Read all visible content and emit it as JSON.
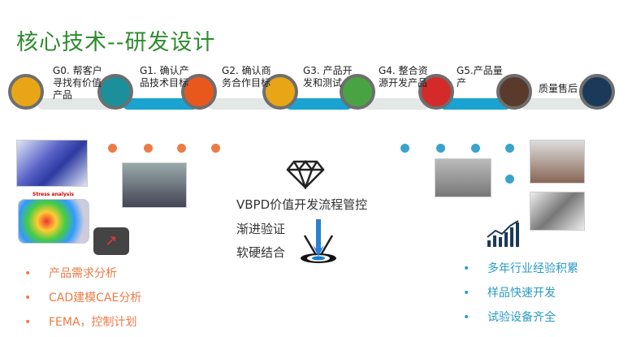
{
  "title": "核心技术--研发设计",
  "steps": [
    {
      "label": "G0. 帮客户寻找有价值产品",
      "icon": "customer-icon",
      "color": "#e8a617"
    },
    {
      "label": "G1. 确认产品技术目标",
      "icon": "magnifier-chart-icon",
      "color": "#1b8f9a"
    },
    {
      "label": "G2. 确认商务合作目标",
      "icon": "target-icon",
      "color": "#e8581c"
    },
    {
      "label": "G3. 产品开发和测试",
      "icon": "team-icon",
      "color": "#e8a617"
    },
    {
      "label": "G4. 整合资源开发产品",
      "icon": "gears-icon",
      "color": "#4aa343"
    },
    {
      "label": "G5.产品量产",
      "icon": "network-people-icon",
      "color": "#d42a2a"
    },
    {
      "label": "质量售后",
      "icon": "growth-chart-icon",
      "color": "#5a3a2a"
    },
    {
      "label": "",
      "icon": "headset-icon",
      "color": "#1b3a5a"
    }
  ],
  "left_images": {
    "caption": "Stress analysis"
  },
  "middle": {
    "lines": [
      "VBPD价值开发流程管控",
      "渐进验证",
      "软硬结合"
    ],
    "icons": [
      "diamond-icon",
      "arrow-target-icon"
    ]
  },
  "left_bullets": [
    "产品需求分析",
    "CAD建模CAE分析",
    "FEMA，控制计划"
  ],
  "right_bullets": [
    "多年行业经验积累",
    "样品快速开发",
    "试验设备齐全"
  ],
  "bullet": "•"
}
